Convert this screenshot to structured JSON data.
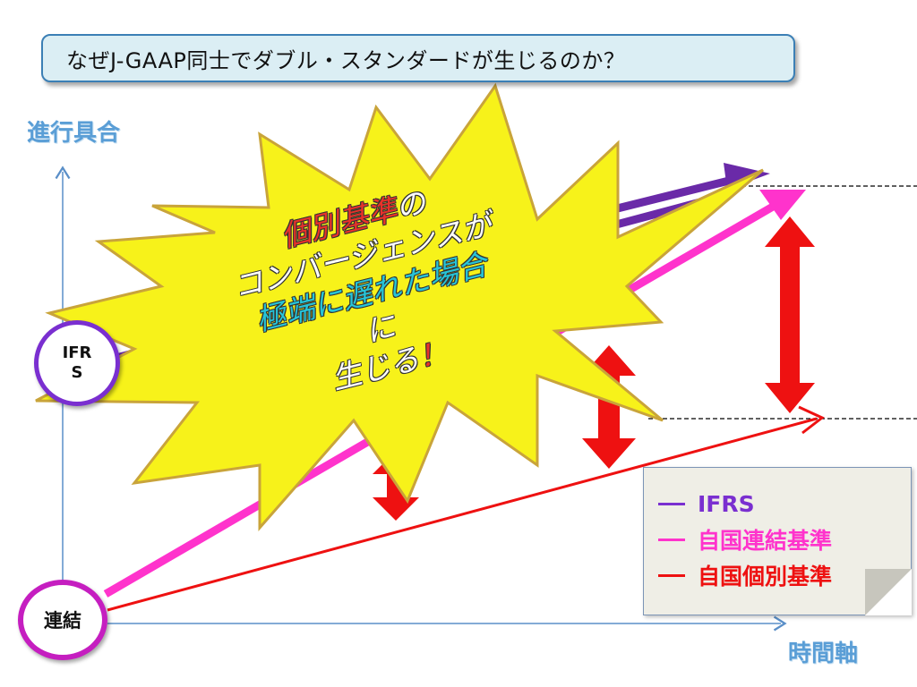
{
  "title": "なぜJ-GAAP同士でダブル・スタンダードが生じるのか？",
  "y_axis_label": "進行具合",
  "x_axis_label": "時間軸",
  "nodes": {
    "ifrs": "IFRS",
    "renketsu": "連結"
  },
  "burst": {
    "line1_highlight": "個別基準",
    "line1_rest": "の",
    "line2": "コンバージェンスが",
    "line3": "極端に遅れた場合",
    "line4": "に",
    "line5": "生じる",
    "line5_mark": "！"
  },
  "legend": [
    {
      "label": "IFRS",
      "color": "#7a2fd0"
    },
    {
      "label": "自国連結基準",
      "color": "#ff33cc"
    },
    {
      "label": "自国個別基準",
      "color": "#ee1111"
    }
  ],
  "colors": {
    "ifrs": "#7a2fd0",
    "renketsu": "#ff33cc",
    "kobetsu": "#ee1111",
    "axis": "#5a8fc8",
    "burst_fill": "#f7f21a"
  }
}
